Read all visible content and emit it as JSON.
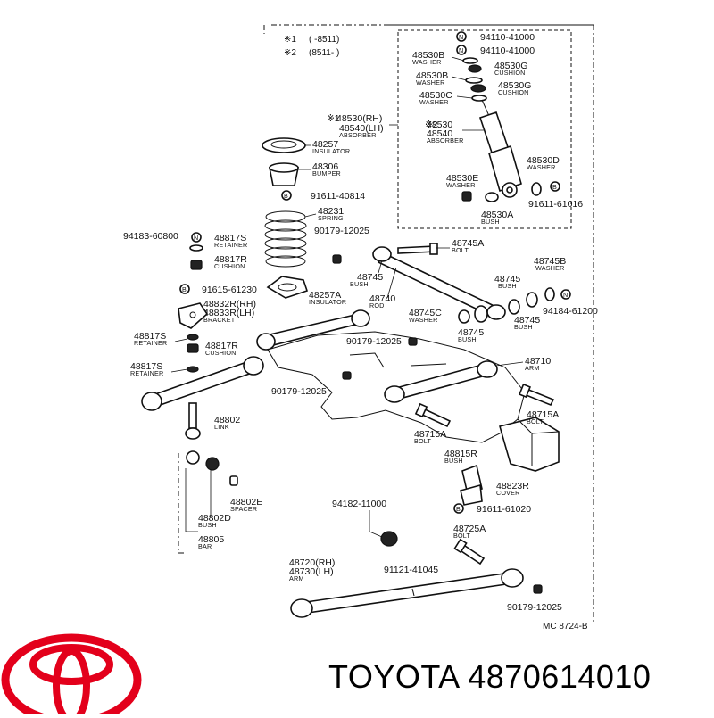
{
  "brand": {
    "name": "TOYOTA",
    "part_number": "4870614010",
    "logo_color": "#e3001b"
  },
  "diagram_code": "MC 8724-B",
  "header_notes": [
    {
      "mark": "※1",
      "range": "(      -8511)"
    },
    {
      "mark": "※2",
      "range": "(8511-      )"
    }
  ],
  "labels": {
    "p94110a": "94110-41000",
    "p94110b": "94110-41000",
    "p48530b1": "48530B",
    "d48530b1": "WASHER",
    "p48530b2": "48530B",
    "d48530b2": "WASHER",
    "p48530g1": "48530G",
    "d48530g1": "CUSHION",
    "p48530g2": "48530G",
    "d48530g2": "CUSHION",
    "p48530c": "48530C",
    "d48530c": "WASHER",
    "p48530rh": "48530(RH)",
    "p48540lh": "48540(LH)",
    "dabs1": "ABSORBER",
    "m1": "※1",
    "m2": "※2",
    "p48530": "48530",
    "p48540": "48540",
    "dabs2": "ABSORBER",
    "p48257": "48257",
    "d48257": "INSULATOR",
    "p48306": "48306",
    "d48306": "BUMPER",
    "p91611a": "91611-40814",
    "p48231": "48231",
    "d48231": "SPRING",
    "p48530d": "48530D",
    "d48530d": "WASHER",
    "p48530e": "48530E",
    "d48530e": "WASHER",
    "p48530a": "48530A",
    "d48530a": "BUSH",
    "p91611b": "91611-61016",
    "p94183": "94183-60800",
    "p48817s1": "48817S",
    "d48817s1": "RETAINER",
    "p48817r1": "48817R",
    "d48817r1": "CUSHION",
    "p90179a": "90179-12025",
    "p91615": "91615-61230",
    "p48832r": "48832R(RH)",
    "p48833r": "48833R(LH)",
    "d48832r": "BRACKET",
    "p48257a": "48257A",
    "d48257a": "INSULATOR",
    "p48745a": "48745A",
    "d48745a": "BOLT",
    "p48745_1": "48745",
    "d48745_1": "BUSH",
    "p48740": "48740",
    "d48740": "ROD",
    "p48745b": "48745B",
    "d48745b": "WASHER",
    "p48745_2": "48745",
    "d48745_2": "BUSH",
    "p94184": "94184-61200",
    "p48745c": "48745C",
    "d48745c": "WASHER",
    "p48745_3": "48745",
    "d48745_3": "BUSH",
    "p48745_4": "48745",
    "d48745_4": "BUSH",
    "p48817s2": "48817S",
    "d48817s2": "RETAINER",
    "p48817r2": "48817R",
    "d48817r2": "CUSHION",
    "p90179b": "90179-12025",
    "p48817s3": "48817S",
    "d48817s3": "RETAINER",
    "p48710": "48710",
    "d48710": "ARM",
    "p90179c": "90179-12025",
    "p48715a1": "48715A",
    "d48715a1": "BOLT",
    "p48802": "48802",
    "d48802": "LINK",
    "p48715a2": "48715A",
    "d48715a2": "BOLT",
    "p48815r": "48815R",
    "d48815r": "BUSH",
    "p48823r": "48823R",
    "d48823r": "COVER",
    "p94182": "94182-11000",
    "p91611c": "91611-61020",
    "p48802e": "48802E",
    "d48802e": "SPACER",
    "p48802d": "48802D",
    "d48802d": "BUSH",
    "p48805": "48805",
    "d48805": "BAR",
    "p48725a": "48725A",
    "d48725a": "BOLT",
    "p91121": "91121-41045",
    "p48720": "48720(RH)",
    "p48730": "48730(LH)",
    "d48720": "ARM",
    "p90179d": "90179-12025",
    "n": "N",
    "b": "B"
  }
}
